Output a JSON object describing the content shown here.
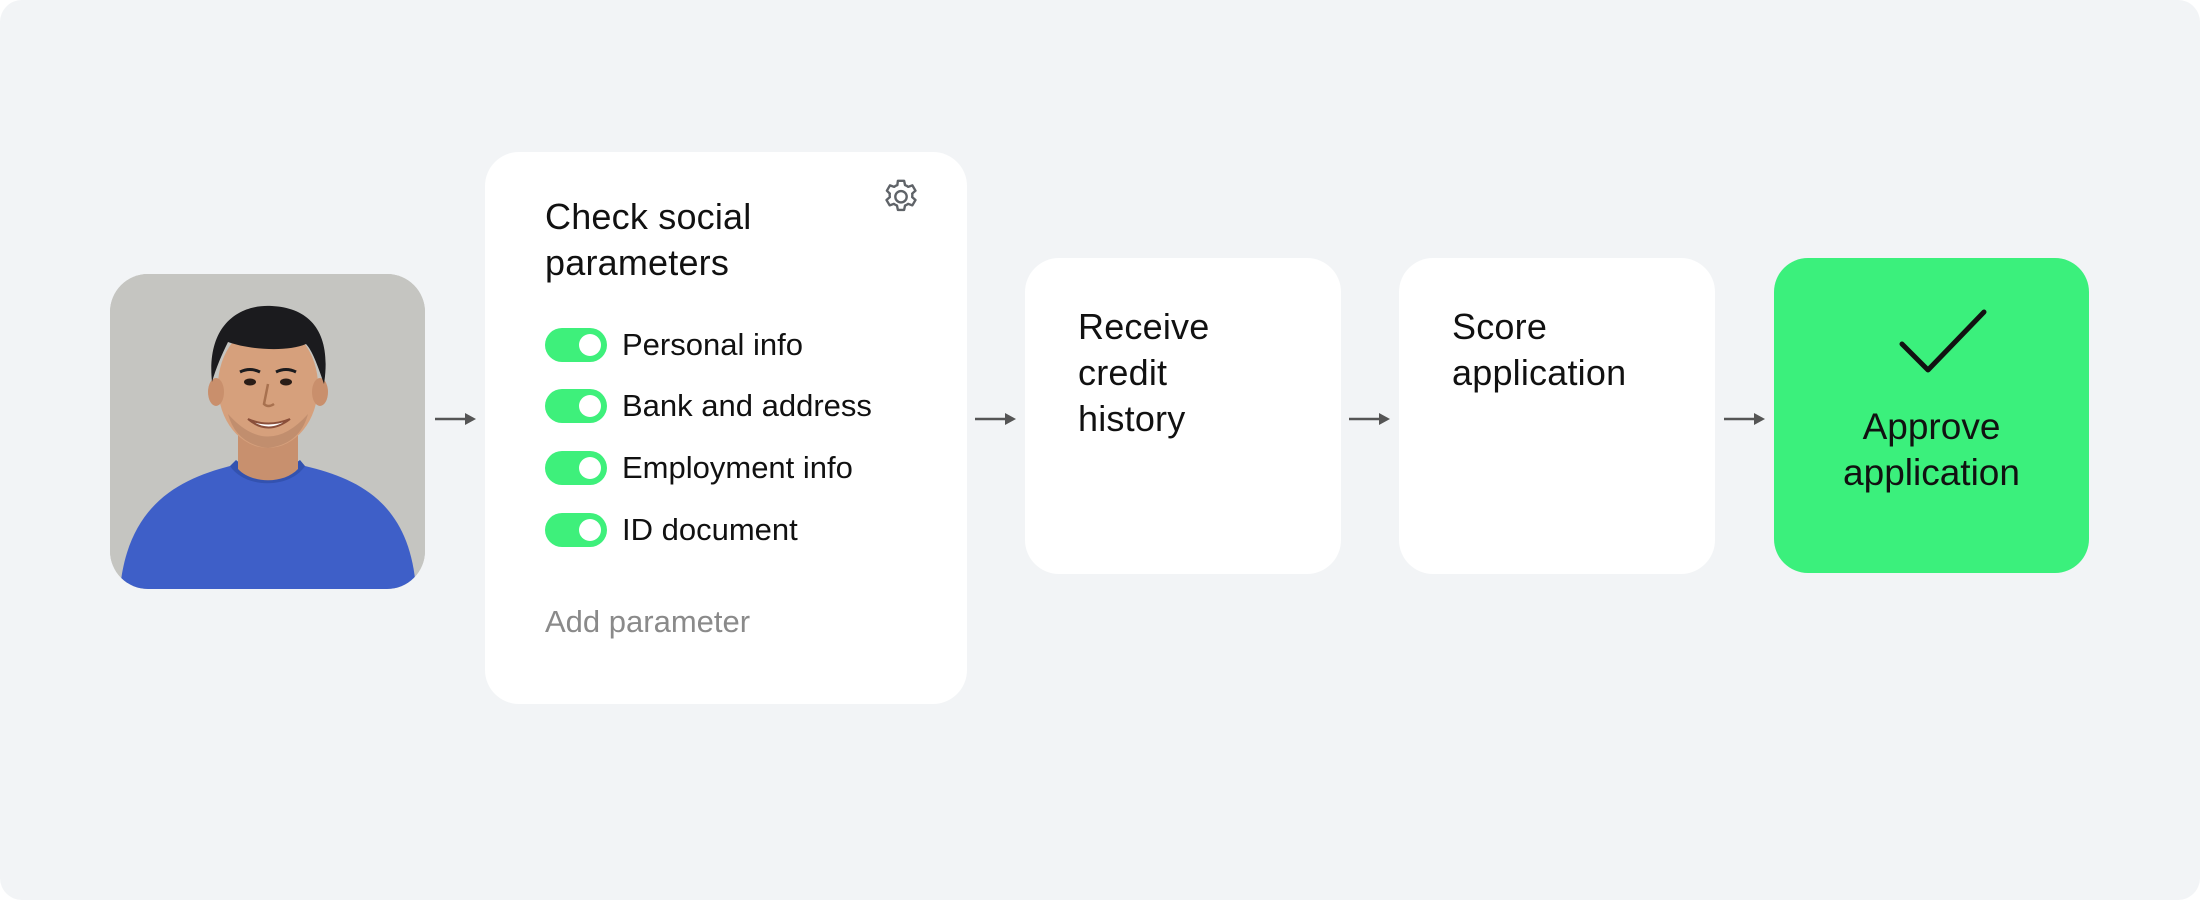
{
  "flow": {
    "avatar": {
      "icon": "person-photo"
    },
    "social_card": {
      "title": "Check social parameters",
      "title_line1": "Check social",
      "title_line2": "parameters",
      "settings_icon": "gear-icon",
      "parameters": [
        {
          "label": "Personal info",
          "enabled": true
        },
        {
          "label": "Bank and address",
          "enabled": true
        },
        {
          "label": "Employment info",
          "enabled": true
        },
        {
          "label": "ID document",
          "enabled": true
        }
      ],
      "add_parameter_label": "Add parameter"
    },
    "credit_card": {
      "line1": "Receive",
      "line2": "credit",
      "line3": "history"
    },
    "score_card": {
      "line1": "Score",
      "line2": "application"
    },
    "approve_card": {
      "icon": "checkmark-icon",
      "line1": "Approve",
      "line2": "application",
      "color": "#3bf07c"
    }
  },
  "colors": {
    "background": "#f2f4f6",
    "card": "#ffffff",
    "toggle_on": "#3ef07b",
    "arrow": "#555555",
    "muted_text": "#8a8a8a"
  }
}
